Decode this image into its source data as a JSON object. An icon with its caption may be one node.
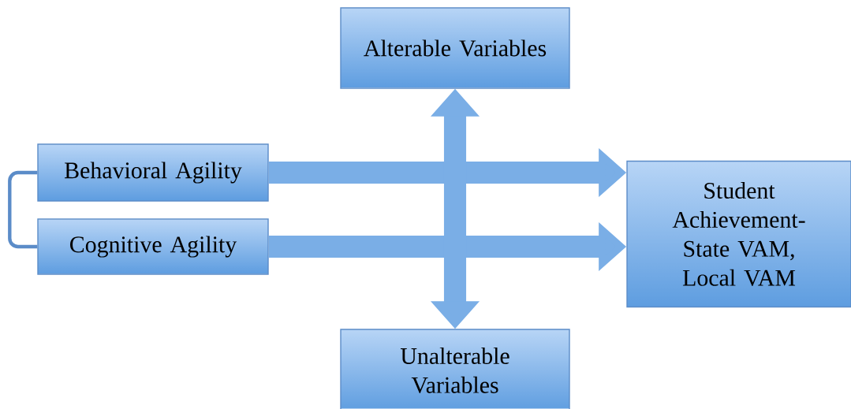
{
  "diagram": {
    "nodes": [
      {
        "text": [
          "Alterable Variables"
        ]
      },
      {
        "text": [
          "Behavioral Agility"
        ]
      },
      {
        "text": [
          "Cognitive Agility"
        ]
      },
      {
        "text": [
          "Student Achievement- State VAM, Local VAM"
        ]
      },
      {
        "text": [
          "Unalterable Variables"
        ]
      }
    ],
    "edges": [
      {
        "from": 1,
        "to": 3,
        "arrow": "to"
      },
      {
        "from": 2,
        "to": 3,
        "arrow": "to"
      },
      {
        "from": 4,
        "to": 0,
        "arrow": "both"
      },
      {
        "from": 1,
        "to": 2,
        "arrow": "none"
      }
    ]
  }
}
